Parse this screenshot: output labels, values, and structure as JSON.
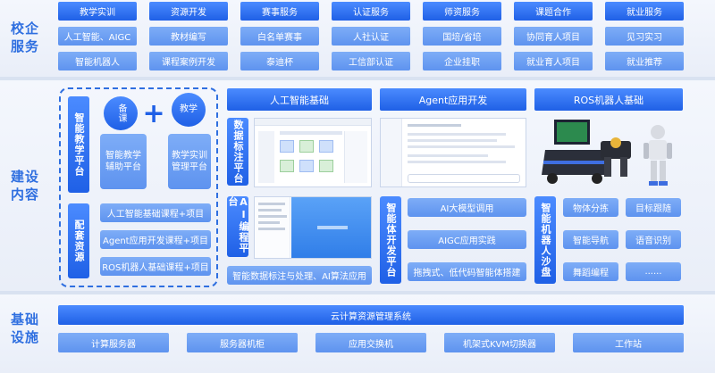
{
  "sections": {
    "school": [
      "校企",
      "服务"
    ],
    "build": [
      "建设",
      "内容"
    ],
    "base": [
      "基础",
      "设施"
    ]
  },
  "columns": [
    {
      "header": "教学实训",
      "items": [
        "人工智能、AIGC",
        "智能机器人"
      ]
    },
    {
      "header": "资源开发",
      "items": [
        "教材编写",
        "课程案例开发"
      ]
    },
    {
      "header": "赛事服务",
      "items": [
        "白名单赛事",
        "泰迪杯"
      ]
    },
    {
      "header": "认证服务",
      "items": [
        "人社认证",
        "工信部认证"
      ]
    },
    {
      "header": "师资服务",
      "items": [
        "国培/省培",
        "企业挂职"
      ]
    },
    {
      "header": "课题合作",
      "items": [
        "协同育人项目",
        "就业育人项目"
      ]
    },
    {
      "header": "就业服务",
      "items": [
        "见习实习",
        "就业推荐"
      ]
    }
  ],
  "teaching": {
    "platform": "智能教学平台",
    "prep": "备课",
    "teach": "教学",
    "plus": "+",
    "assist": "智能教学辅助平台",
    "manage": "教学实训管理平台",
    "support": "配套资源",
    "courses": [
      "人工智能基础课程+项目",
      "Agent应用开发课程+项目",
      "ROS机器人基础课程+项目"
    ]
  },
  "platforms": {
    "ai_basic": "人工智能基础",
    "agent_dev": "Agent应用开发",
    "ros_basic": "ROS机器人基础",
    "data_label": "数据标注平台",
    "ai_code": "AI编程平台",
    "agent_platform": "智能体开发平台",
    "robot_sandbox": "智能机器人沙盘",
    "data_process": "智能数据标注与处理、AI算法应用",
    "agent_items": [
      "AI大模型调用",
      "AIGC应用实践",
      "拖拽式、低代码智能体搭建"
    ],
    "robot_items": [
      "物体分拣",
      "目标跟随",
      "智能导航",
      "语音识别",
      "舞蹈编程",
      "......"
    ]
  },
  "infra": {
    "cloud": "云计算资源管理系统",
    "items": [
      "计算服务器",
      "服务器机柜",
      "应用交换机",
      "机架式KVM切换器",
      "工作站"
    ]
  }
}
